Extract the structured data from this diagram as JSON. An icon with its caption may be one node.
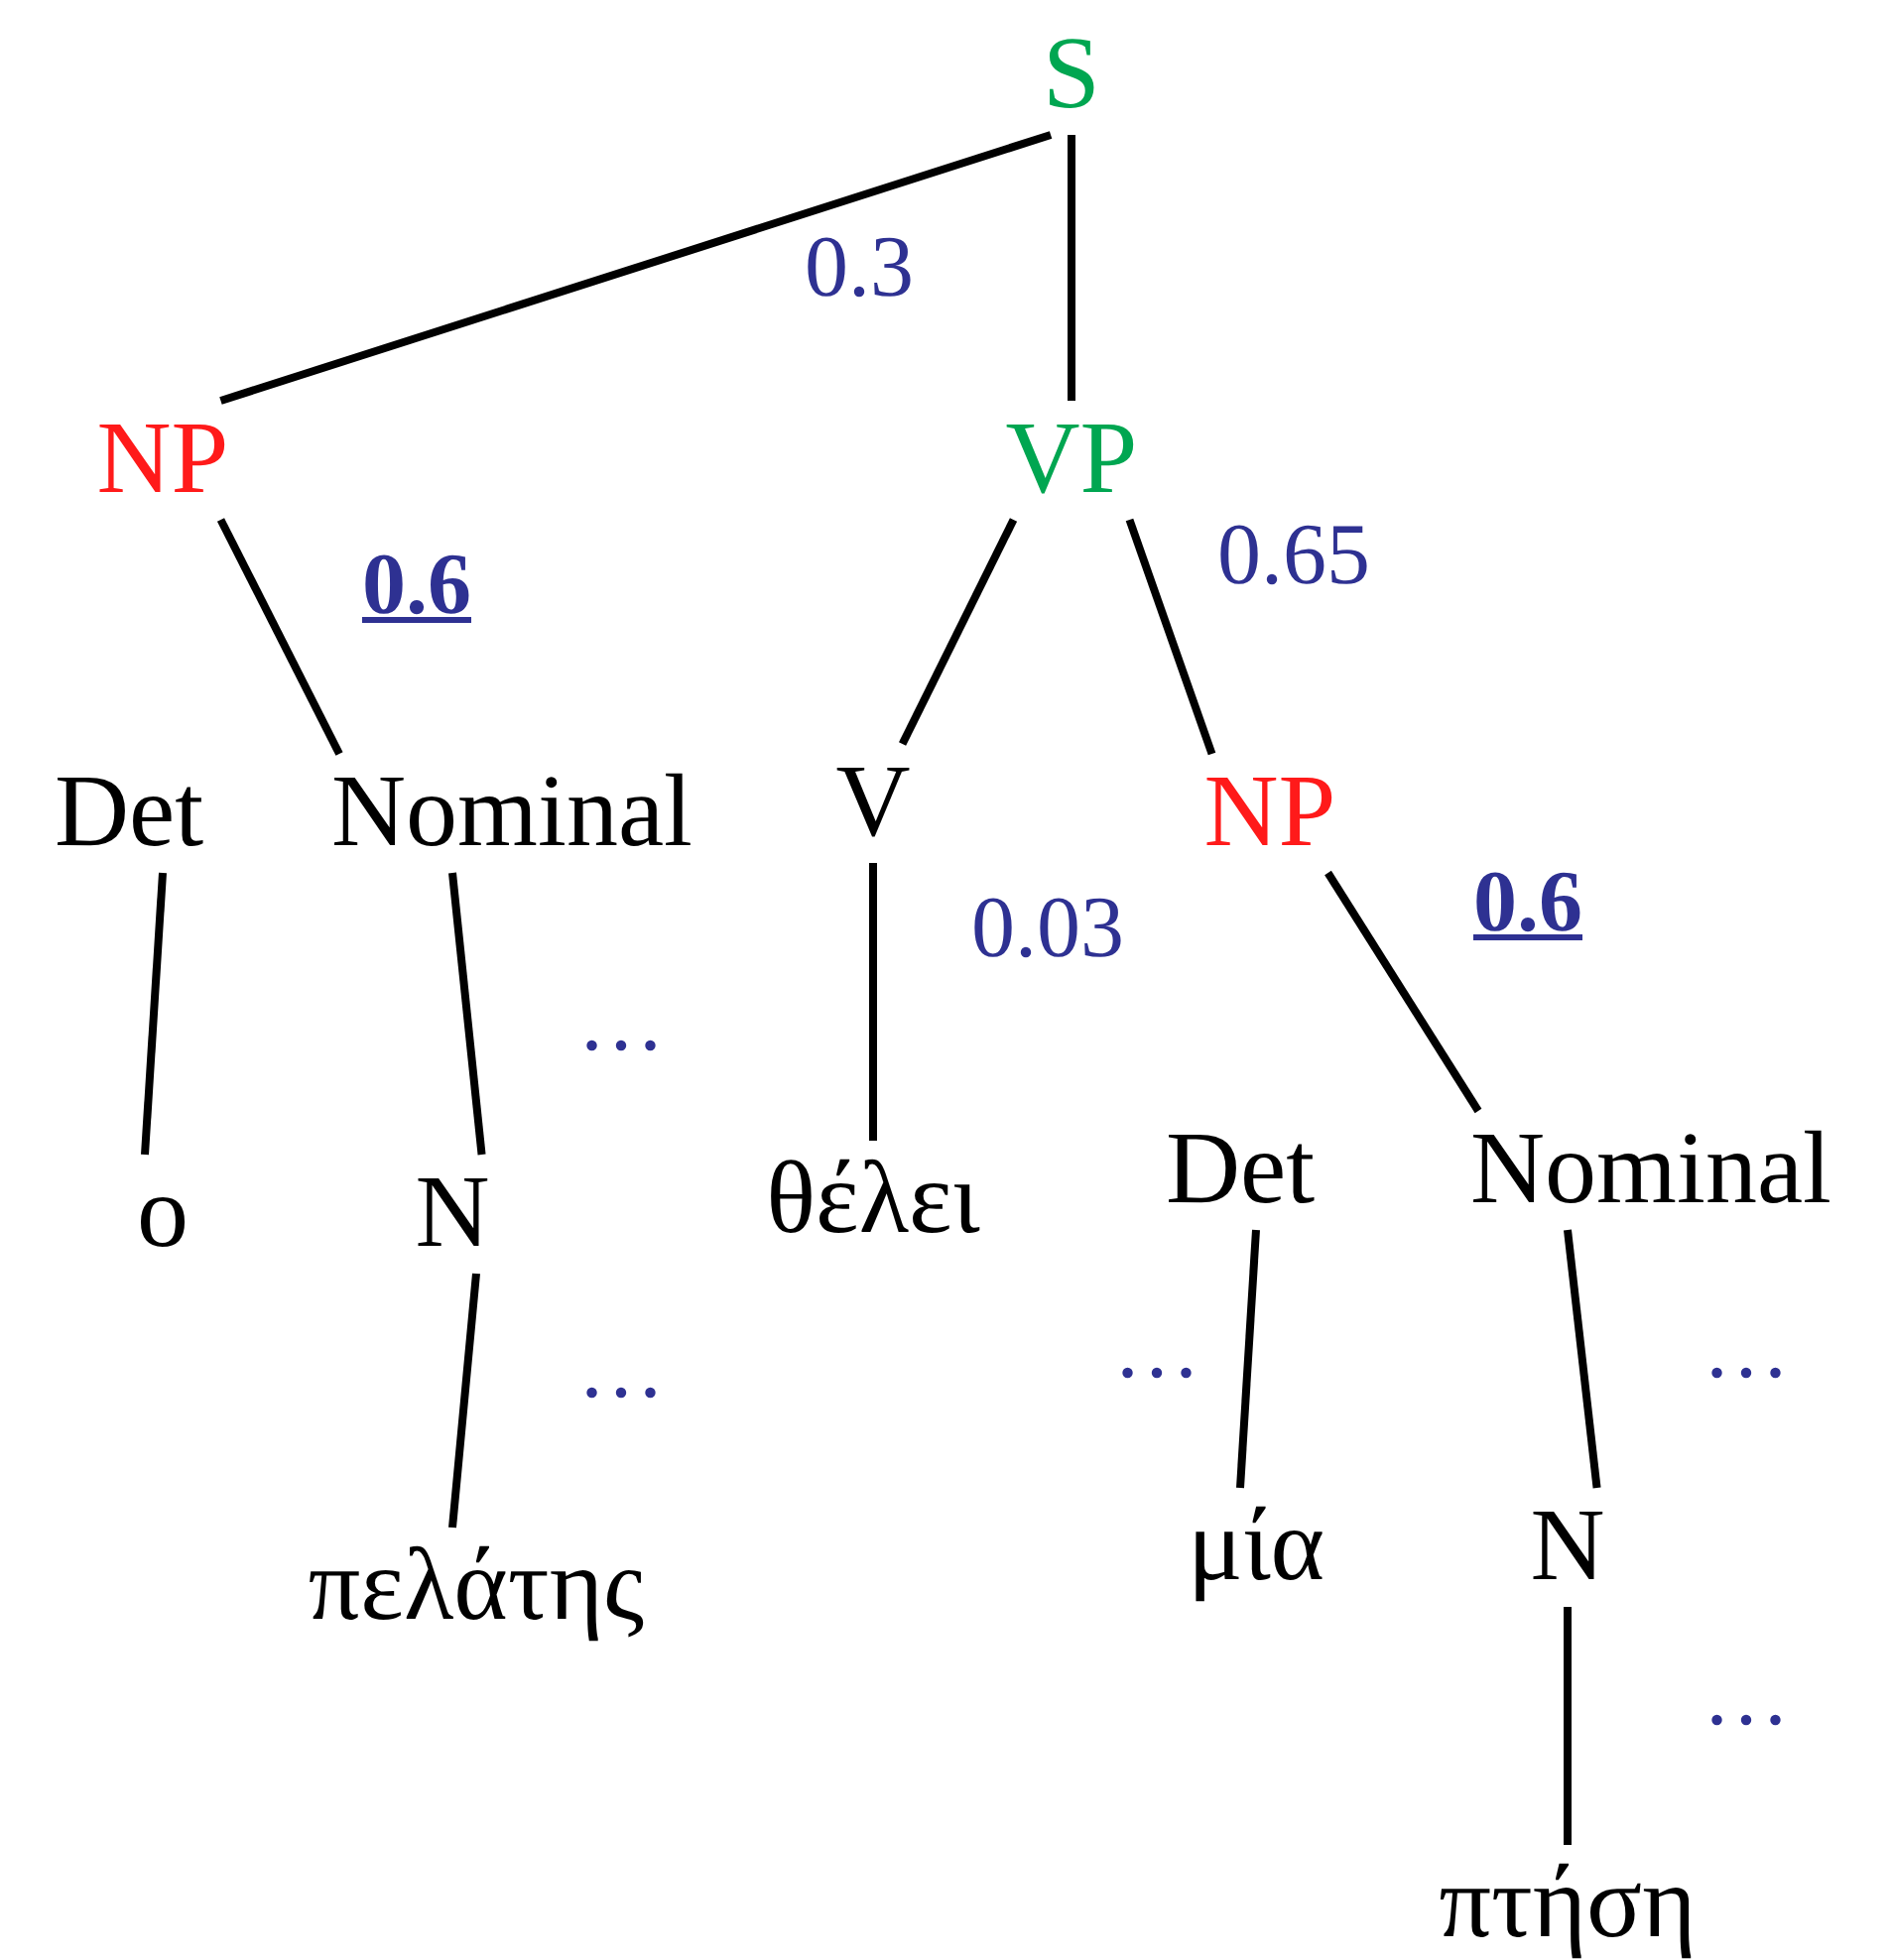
{
  "diagram": {
    "nodes": [
      {
        "text": [
          "S"
        ]
      },
      {
        "text": [
          "NP"
        ]
      },
      {
        "text": [
          "VP"
        ]
      },
      {
        "text": [
          "Det"
        ]
      },
      {
        "text": [
          "Nominal"
        ]
      },
      {
        "text": [
          "V"
        ]
      },
      {
        "text": [
          "NP"
        ]
      },
      {
        "text": [
          "ο"
        ]
      },
      {
        "text": [
          "N"
        ]
      },
      {
        "text": [
          "θέλει"
        ]
      },
      {
        "text": [
          "Det"
        ]
      },
      {
        "text": [
          "Nominal"
        ]
      },
      {
        "text": [
          "πελάτης"
        ]
      },
      {
        "text": [
          "μία"
        ]
      },
      {
        "text": [
          "N"
        ]
      },
      {
        "text": [
          "πτήση"
        ]
      }
    ],
    "edges": [
      {
        "from": 0,
        "to": 1,
        "arrow": "none"
      },
      {
        "from": 0,
        "to": 2,
        "arrow": "none"
      },
      {
        "from": 1,
        "to": 4,
        "arrow": "none"
      },
      {
        "from": 2,
        "to": 5,
        "arrow": "none"
      },
      {
        "from": 2,
        "to": 6,
        "arrow": "none"
      },
      {
        "from": 3,
        "to": 7,
        "arrow": "none"
      },
      {
        "from": 4,
        "to": 8,
        "arrow": "none"
      },
      {
        "from": 8,
        "to": 12,
        "arrow": "none"
      },
      {
        "from": 5,
        "to": 9,
        "arrow": "none"
      },
      {
        "from": 6,
        "to": 11,
        "arrow": "none"
      },
      {
        "from": 10,
        "to": 13,
        "arrow": "none"
      },
      {
        "from": 11,
        "to": 14,
        "arrow": "none"
      },
      {
        "from": 14,
        "to": 15,
        "arrow": "none"
      }
    ],
    "labels": [
      "0.3",
      "0.6",
      "0.65",
      "0.03",
      "0.6",
      "…",
      "…",
      "…",
      "…",
      "…"
    ]
  }
}
